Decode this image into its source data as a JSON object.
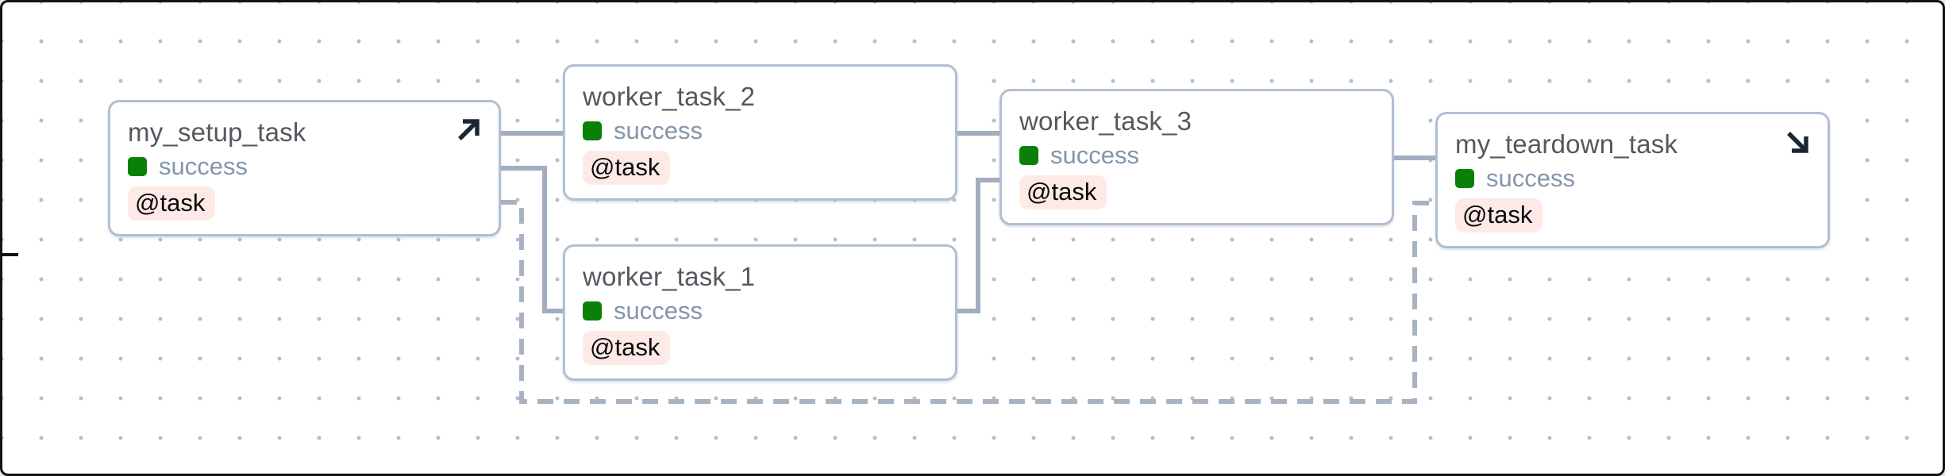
{
  "app": {
    "view": "dag-graph",
    "description": "Workflow graph canvas with five task nodes connected by solid dependency edges and one dashed setup-to-teardown edge"
  },
  "graph": {
    "nodes": [
      {
        "label": "my_setup_task",
        "status": "success",
        "badge": "@task",
        "kind": "setup",
        "icon": "arrow-up-right-icon"
      },
      {
        "label": "worker_task_2",
        "status": "success",
        "badge": "@task",
        "kind": "worker",
        "icon": ""
      },
      {
        "label": "worker_task_1",
        "status": "success",
        "badge": "@task",
        "kind": "worker",
        "icon": ""
      },
      {
        "label": "worker_task_3",
        "status": "success",
        "badge": "@task",
        "kind": "worker",
        "icon": ""
      },
      {
        "label": "my_teardown_task",
        "status": "success",
        "badge": "@task",
        "kind": "teardown",
        "icon": "arrow-down-right-icon"
      }
    ],
    "edges": [
      {
        "from": "my_setup_task",
        "to": "worker_task_2",
        "style": "solid"
      },
      {
        "from": "my_setup_task",
        "to": "worker_task_1",
        "style": "solid"
      },
      {
        "from": "worker_task_2",
        "to": "worker_task_3",
        "style": "solid"
      },
      {
        "from": "worker_task_1",
        "to": "worker_task_3",
        "style": "solid"
      },
      {
        "from": "worker_task_3",
        "to": "my_teardown_task",
        "style": "solid"
      },
      {
        "from": "my_setup_task",
        "to": "my_teardown_task",
        "style": "dashed"
      }
    ]
  },
  "colors": {
    "success_green": "#098109",
    "status_text": "#8395ab",
    "badge_background": "#fdeae6",
    "badge_text": "#0a0a0a",
    "node_border": "#b1bfd0",
    "node_title": "#55585e",
    "edge_solid": "#a1aec0",
    "edge_dashed": "#a7b3c3",
    "grid_dot": "#b9bdc6",
    "frame_border": "#141414",
    "arrow_icon": "#1c2534"
  }
}
